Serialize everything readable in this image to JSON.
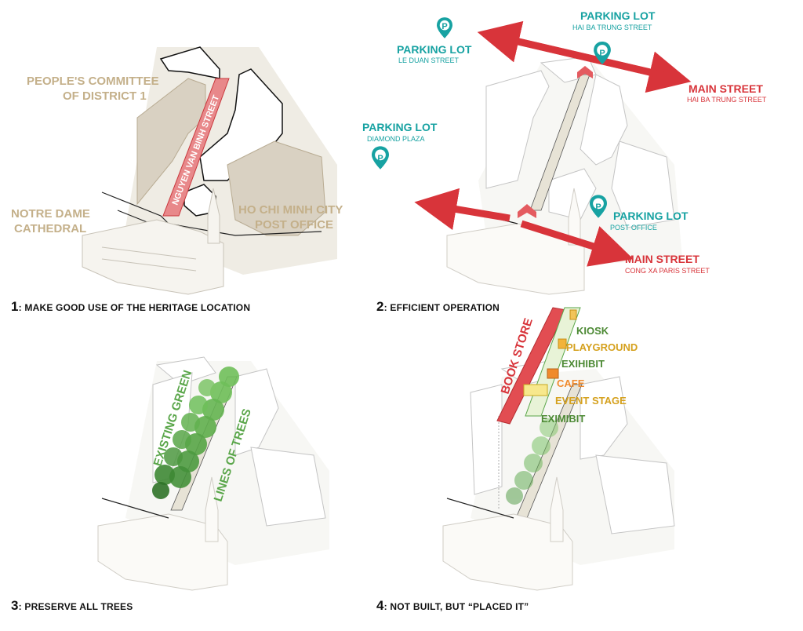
{
  "panels": [
    {
      "number": "1",
      "caption": ": MAKE GOOD USE OF THE HERITAGE LOCATION",
      "labels": {
        "committee": [
          "PEOPLE'S COMMITTEE",
          "OF DISTRICT 1"
        ],
        "street": "NGUYEN VAN BINH STREET",
        "cathedral": [
          "NOTRE DAME",
          "CATHEDRAL"
        ],
        "post_office": [
          "HO CHI MINH CITY",
          "POST OFFICE"
        ]
      }
    },
    {
      "number": "2",
      "caption": ": EFFICIENT OPERATION",
      "parking": [
        {
          "title": "PARKING LOT",
          "sub": "HAI BA TRUNG STREET"
        },
        {
          "title": "PARKING LOT",
          "sub": "LE DUAN STREET"
        },
        {
          "title": "PARKING LOT",
          "sub": "DIAMOND PLAZA"
        },
        {
          "title": "PARKING LOT",
          "sub": "POST OFFICE"
        }
      ],
      "main_streets": [
        {
          "title": "MAIN STREET",
          "sub": "HAI BA TRUNG STREET"
        },
        {
          "title": "MAIN STREET",
          "sub": "CONG XA PARIS STREET"
        }
      ],
      "pin_letter": "P"
    },
    {
      "number": "3",
      "caption": ": PRESERVE ALL TREES",
      "labels": {
        "existing": "EXISTING GREEN",
        "lines": "LINES OF TREES"
      }
    },
    {
      "number": "4",
      "caption": ": NOT BUILT, BUT “PLACED IT”",
      "labels": {
        "book_store": "BOOK STORE",
        "kiosk": "KIOSK",
        "playground": "PLAYGROUND",
        "exhibit1": "EXIHIBIT",
        "cafe": "CAFE",
        "event_stage": "EVENT STAGE",
        "exhibit2": "EXIMIBIT"
      }
    }
  ],
  "colors": {
    "tan": "#c4b08a",
    "teal": "#17a2a2",
    "red": "#d8343a",
    "green": "#5aa64a",
    "dark_green": "#4d8a35",
    "yellow": "#d5a11e",
    "orange": "#f08a2c"
  }
}
